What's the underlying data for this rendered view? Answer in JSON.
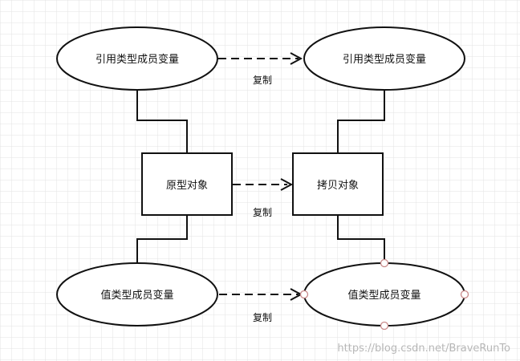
{
  "nodes": {
    "ref_member_left": "引用类型成员变量",
    "ref_member_right": "引用类型成员变量",
    "prototype_object": "原型对象",
    "copy_object": "拷贝对象",
    "value_member_left": "值类型成员变量",
    "value_member_right": "值类型成员变量"
  },
  "edges": {
    "copy_label_top": "复制",
    "copy_label_middle": "复制",
    "copy_label_bottom": "复制"
  },
  "watermark": "https://blog.csdn.net/BraveRunTo",
  "colors": {
    "stroke": "#111111",
    "grid": "#e3e3e3",
    "handle": "#c98a8a"
  }
}
